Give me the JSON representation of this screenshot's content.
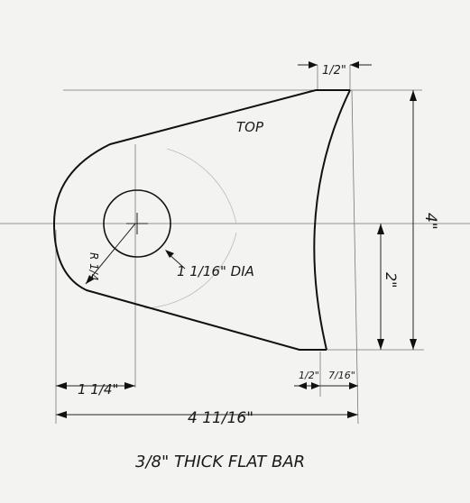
{
  "labels": {
    "top": "TOP",
    "hole_dia": "1 1/16\" DIA",
    "radius": "R 1/4",
    "dim_top_half": "1/2\"",
    "dim_height_total": "4\"",
    "dim_height_half": "2\"",
    "dim_left_offset": "1 1/4\"",
    "dim_bottom_half": "1/2\"",
    "dim_bottom_seven": "7/16\"",
    "dim_width_total": "4 11/16\"",
    "caption": "3/8\" THICK FLAT BAR"
  },
  "colors": {
    "paper": "#f3f3f1",
    "ink": "#111111"
  }
}
